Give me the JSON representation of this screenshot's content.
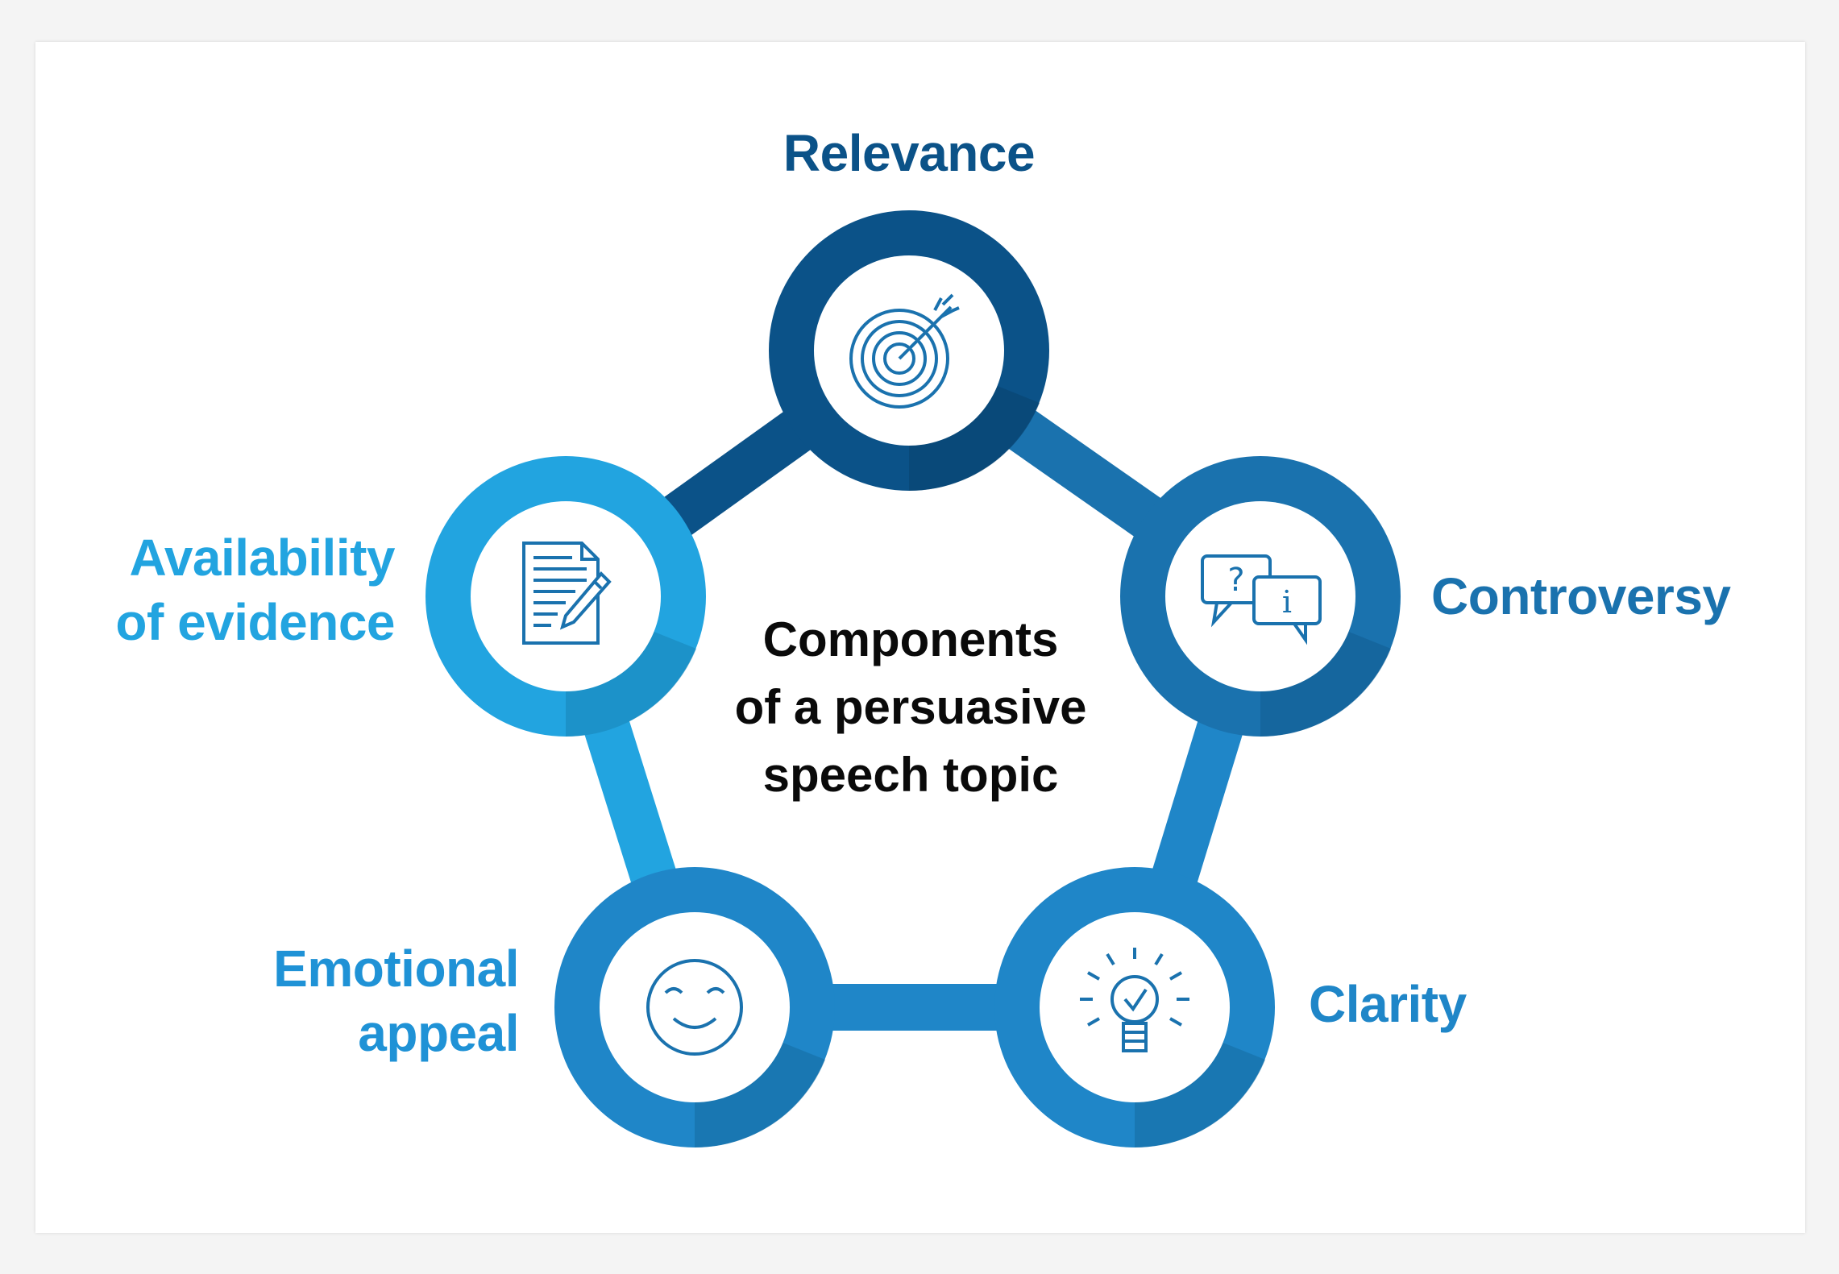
{
  "diagram": {
    "center_title_lines": [
      "Components",
      "of a persuasive",
      "speech topic"
    ],
    "nodes": [
      {
        "id": "relevance",
        "lines": [
          "Relevance"
        ],
        "icon": "target-icon",
        "ring_color": "#0b5288",
        "label_color": "#0b5288"
      },
      {
        "id": "controversy",
        "lines": [
          "Controversy"
        ],
        "icon": "question-info-chat-icon",
        "ring_color": "#1a72ae",
        "label_color": "#1a72ae"
      },
      {
        "id": "clarity",
        "lines": [
          "Clarity"
        ],
        "icon": "lightbulb-check-icon",
        "ring_color": "#1f86c8",
        "label_color": "#1f86c8"
      },
      {
        "id": "emotional-appeal",
        "lines": [
          "Emotional",
          "appeal"
        ],
        "icon": "smiley-face-icon",
        "ring_color": "#1f86c8",
        "label_color": "#1f92d6"
      },
      {
        "id": "availability-of-evidence",
        "lines": [
          "Availability",
          "of evidence"
        ],
        "icon": "document-pencil-icon",
        "ring_color": "#22a4e0",
        "label_color": "#22a4e0"
      }
    ],
    "icon_color": "#1a72ae"
  }
}
